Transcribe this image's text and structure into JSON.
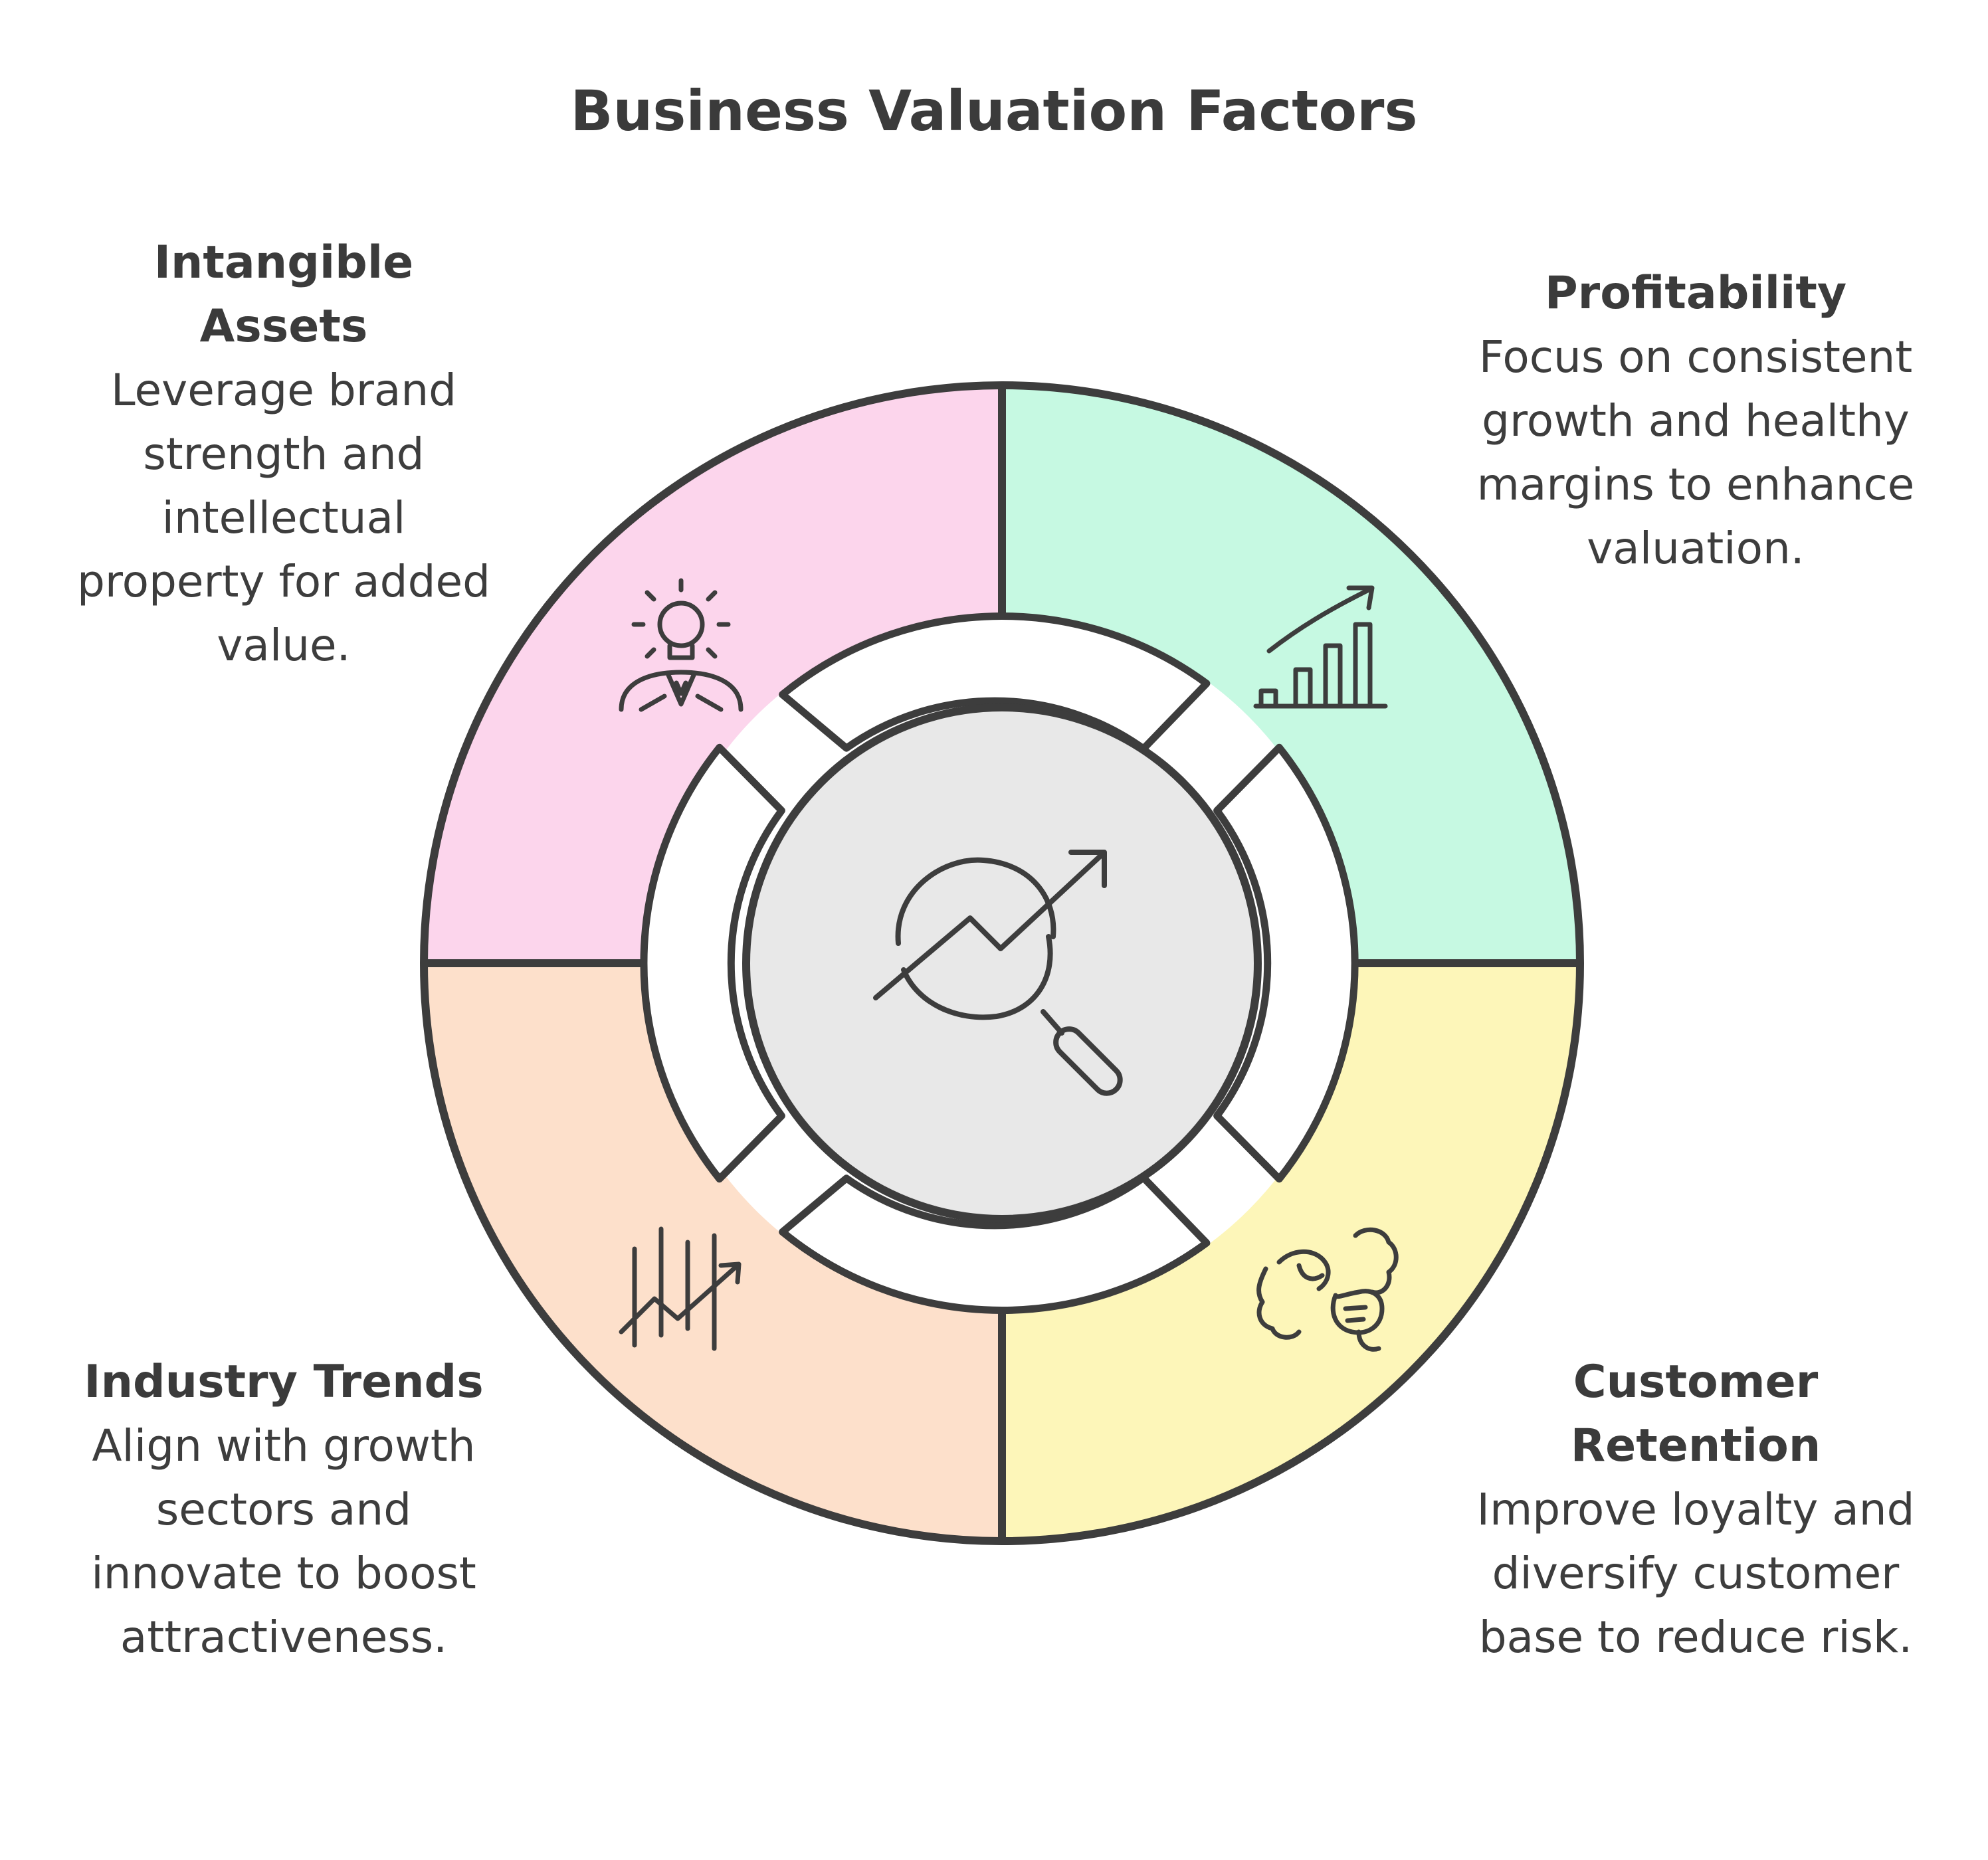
{
  "title": "Business Valuation Factors",
  "quadrants": [
    {
      "key": "intangible",
      "heading": "Intangible Assets",
      "description": "Leverage brand strength and intellectual property for added value.",
      "color": "#fcd5ec",
      "icon": "lightbulb-person-icon"
    },
    {
      "key": "profitability",
      "heading": "Profitability",
      "description": "Focus on consistent growth and healthy margins to enhance valuation.",
      "color": "#c6f9e2",
      "icon": "rising-bar-chart-icon"
    },
    {
      "key": "industry",
      "heading": "Industry Trends",
      "description": "Align with growth sectors and innovate to boost attractiveness.",
      "color": "#fde0cb",
      "icon": "trend-lines-icon"
    },
    {
      "key": "retention",
      "heading": "Customer Retention",
      "description": "Improve loyalty and diversify customer base to reduce risk.",
      "color": "#fdf6b9",
      "icon": "fist-bump-icon"
    }
  ],
  "center": {
    "color": "#e8e8e8",
    "icon": "magnifier-trend-icon"
  },
  "outline_color": "#3d3d3d"
}
